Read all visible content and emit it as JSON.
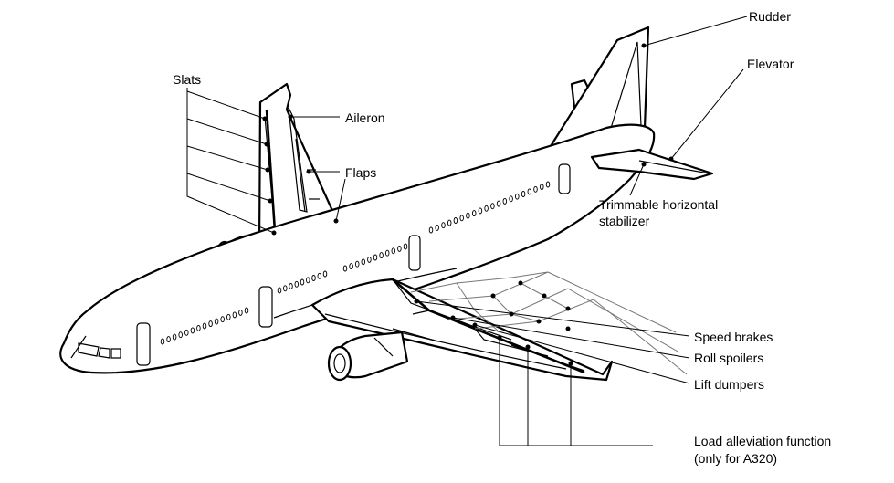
{
  "labels": {
    "rudder": "Rudder",
    "elevator": "Elevator",
    "slats": "Slats",
    "aileron": "Aileron",
    "flaps": "Flaps",
    "stabilizer_line1": "Trimmable horizontal",
    "stabilizer_line2": "stabilizer",
    "speed_brakes": "Speed brakes",
    "roll_spoilers": "Roll spoilers",
    "lift_dumpers": "Lift dumpers",
    "load_alleviation_line1": "Load alleviation function",
    "load_alleviation_line2": "(only for A320)"
  }
}
